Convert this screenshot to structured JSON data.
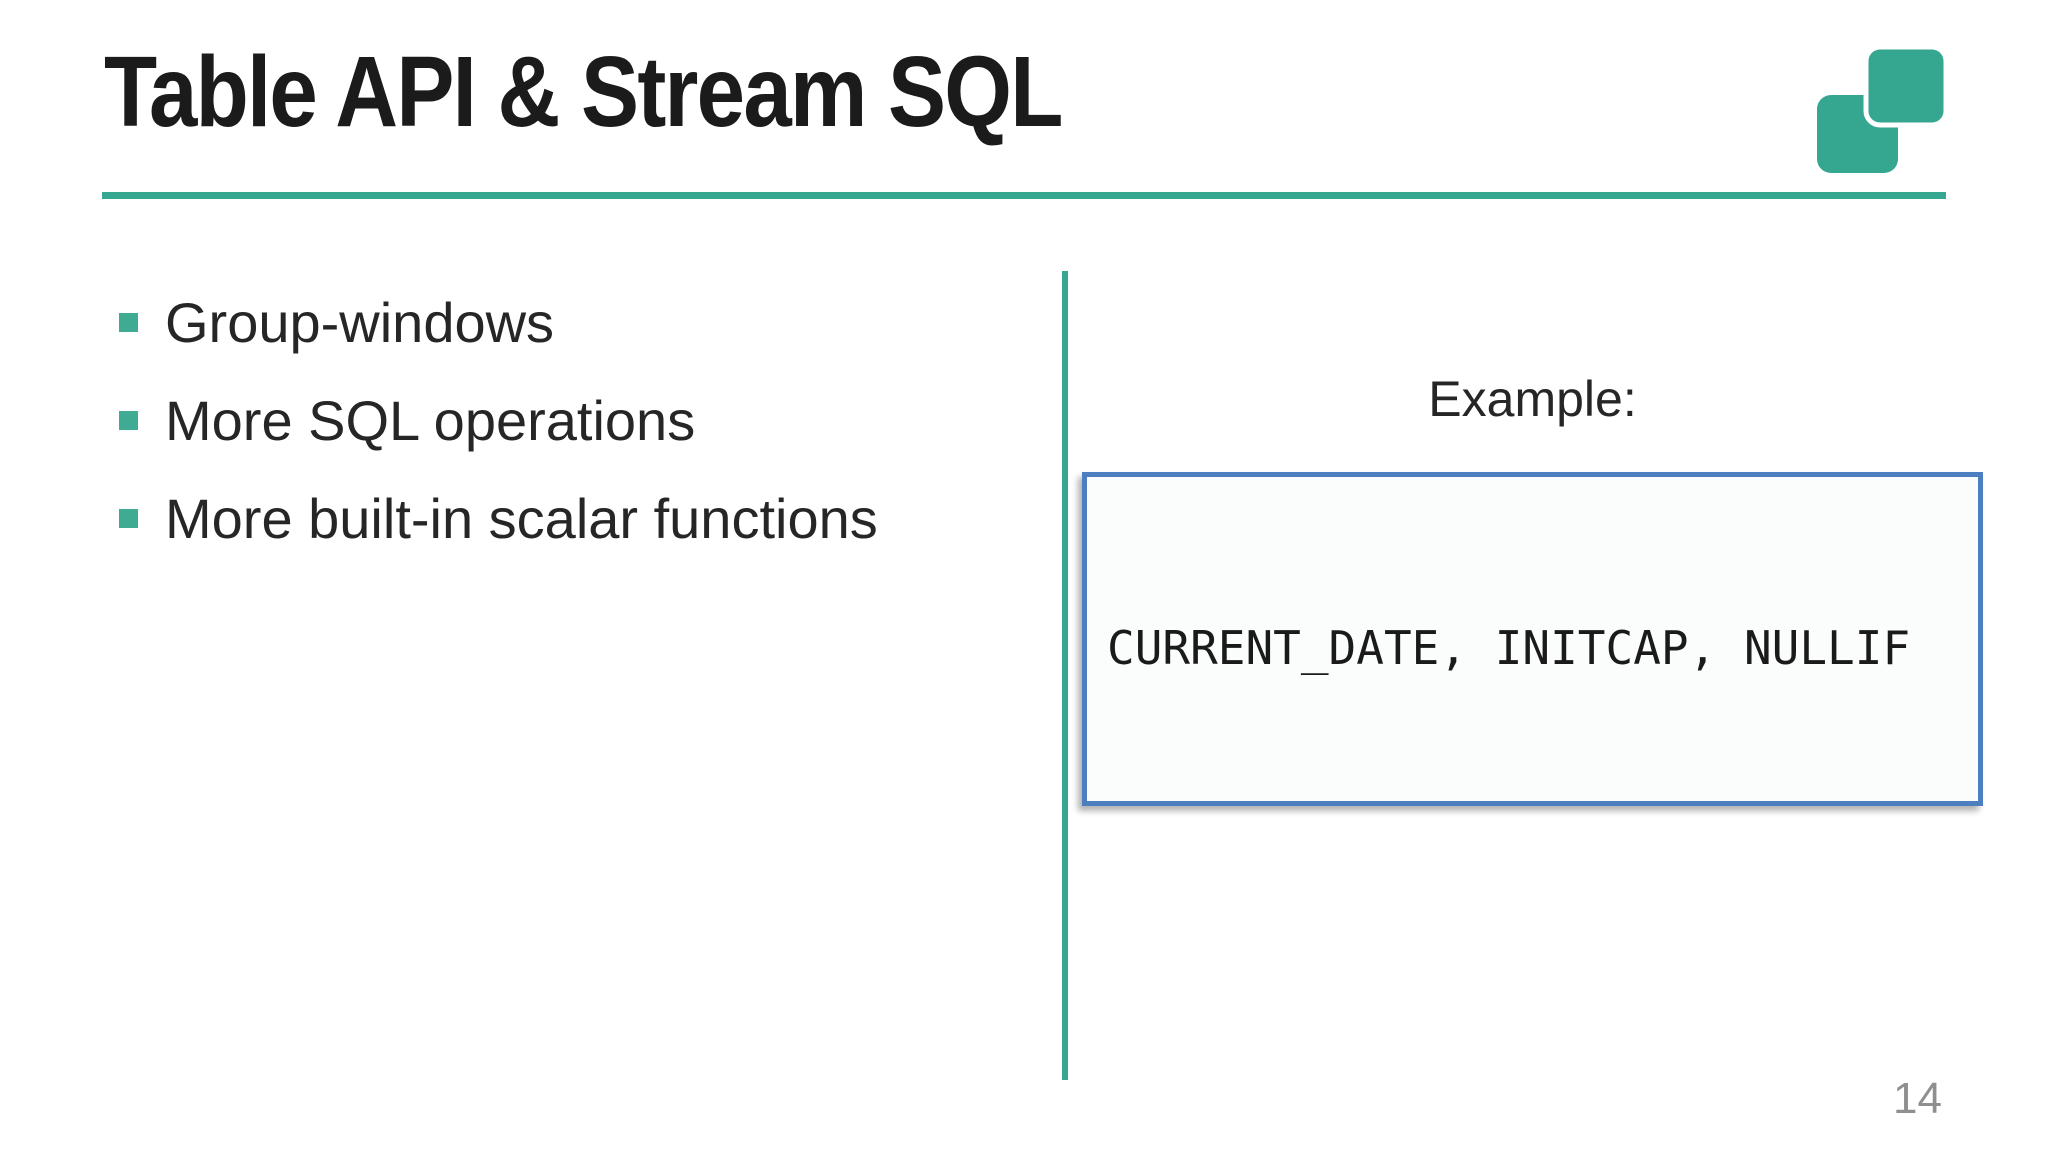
{
  "slide": {
    "title": "Table API & Stream SQL",
    "bullets": [
      {
        "label": "Group-windows"
      },
      {
        "label": "More SQL operations"
      },
      {
        "label": "More built-in scalar functions"
      }
    ],
    "example": {
      "heading": "Example:",
      "code": "CURRENT_DATE, INITCAP, NULLIF"
    },
    "page_number": "14",
    "logo": "overlapping-rounded-squares",
    "colors": {
      "accent_teal": "#35a690",
      "bullet_teal": "#3fab93",
      "box_border_blue": "#4d7ec0",
      "box_fill": "#fafdfb",
      "title_text": "#1b1b1b",
      "body_text": "#262626",
      "page_number_gray": "#8f8f8f"
    }
  }
}
